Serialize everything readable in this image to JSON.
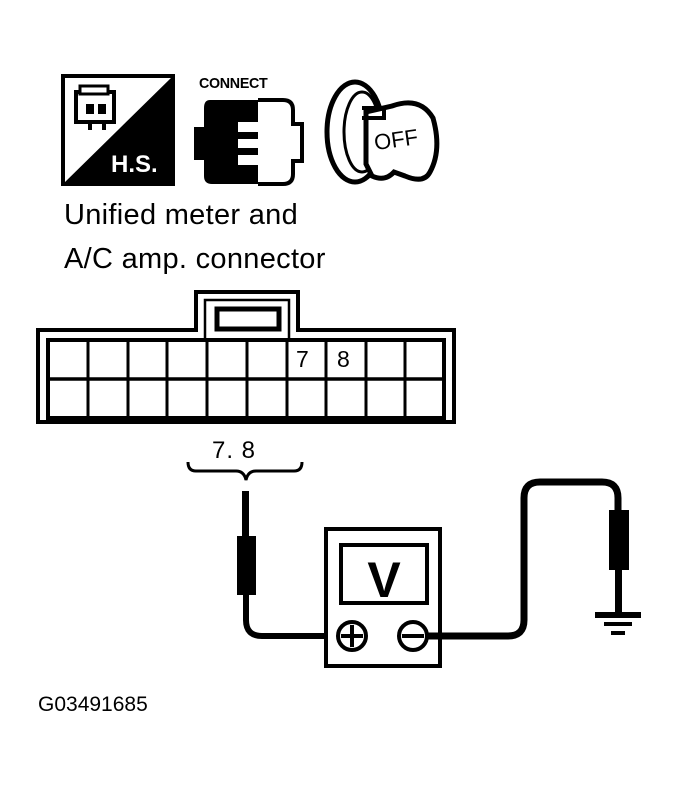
{
  "icons": {
    "hs_icon": {
      "name": "harness-connector-hs-icon",
      "label": "H.S."
    },
    "connect_icon": {
      "name": "connect-icon",
      "label": "CONNECT"
    },
    "ignition_icon": {
      "name": "ignition-key-off-icon",
      "label": "OFF"
    }
  },
  "caption": {
    "line1": "Unified meter and",
    "line2": "A/C amp. connector"
  },
  "connector": {
    "rows": 2,
    "columns": 10,
    "pin_labels": [
      {
        "pin": "7",
        "row": 1,
        "column": 7
      },
      {
        "pin": "8",
        "row": 1,
        "column": 8
      }
    ],
    "probe_terminals_label": "7. 8"
  },
  "voltmeter": {
    "display": "V",
    "positive_terminal": "+",
    "negative_terminal": "−"
  },
  "ground": {
    "symbol": "ground"
  },
  "figure_code": "G03491685",
  "colors": {
    "line": "#000000",
    "background": "#ffffff"
  }
}
